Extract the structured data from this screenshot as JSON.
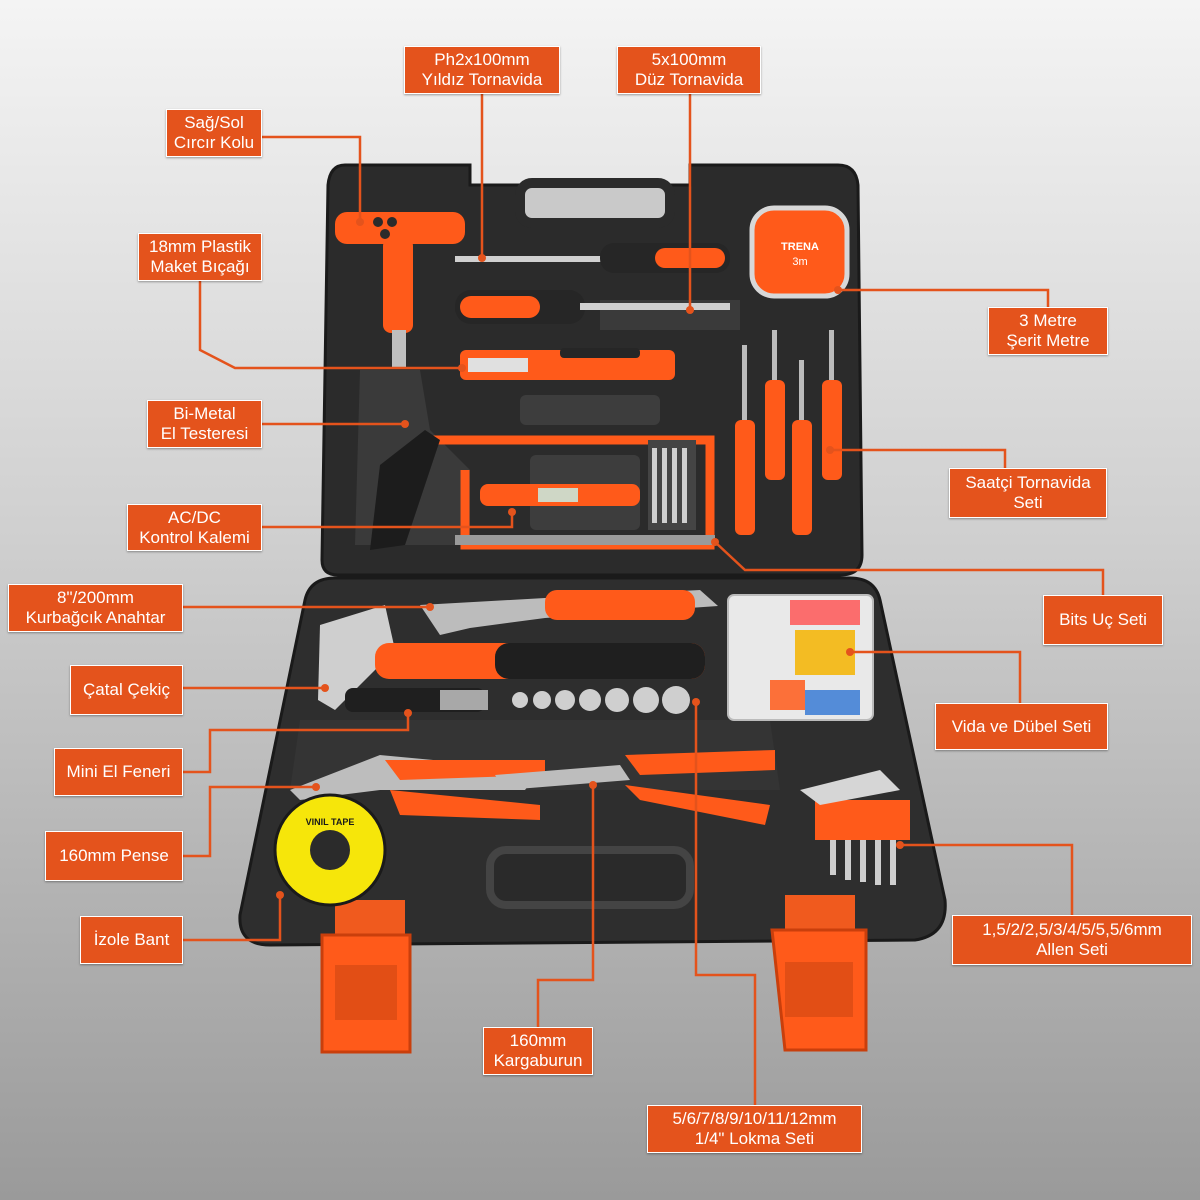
{
  "colors": {
    "callout_fill": "#e4531c",
    "callout_text": "#ffffff",
    "case_body": "#2b2b2b",
    "accent_orange": "#ff5a1a"
  },
  "labels": {
    "ph_screwdriver": [
      "Ph2x100mm",
      "Yıldız Tornavida"
    ],
    "flat_screwdriver": [
      "5x100mm",
      "Düz Tornavida"
    ],
    "ratchet_handle": [
      "Sağ/Sol",
      "Cırcır Kolu"
    ],
    "utility_knife": [
      "18mm Plastik",
      "Maket Bıçağı"
    ],
    "tape_measure": [
      "3 Metre",
      "Şerit Metre"
    ],
    "hacksaw": [
      "Bi-Metal",
      "El Testeresi"
    ],
    "precision_screwdrivers": [
      "Saatçi Tornavida",
      "Seti"
    ],
    "voltage_tester": [
      "AC/DC",
      "Kontrol Kalemi"
    ],
    "bits_set": [
      "Bits Uç Seti"
    ],
    "adjustable_wrench": [
      "8\"/200mm",
      "Kurbağcık Anahtar"
    ],
    "claw_hammer": [
      "Çatal Çekiç"
    ],
    "screw_anchor_set": [
      "Vida ve Dübel Seti"
    ],
    "mini_flashlight": [
      "Mini El Feneri"
    ],
    "pliers": [
      "160mm Pense"
    ],
    "allen_set": [
      "1,5/2/2,5/3/4/5/5,5/6mm",
      "Allen Seti"
    ],
    "insulating_tape": [
      "İzole Bant"
    ],
    "long_nose_pliers": [
      "160mm",
      "Kargaburun"
    ],
    "socket_set": [
      "5/6/7/8/9/10/11/12mm",
      "1/4\" Lokma Seti"
    ]
  },
  "product_print": {
    "tape_brand": "TRENA",
    "tape_length": "3m",
    "tape_roll_text": "VINIL TAPE"
  }
}
